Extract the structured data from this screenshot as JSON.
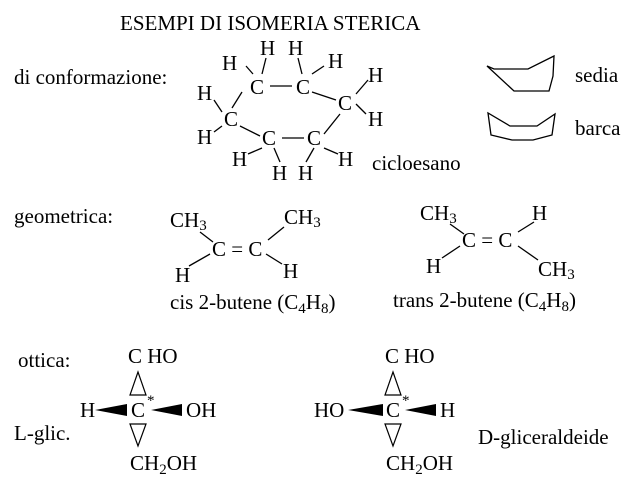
{
  "title": "ESEMPI  DI  ISOMERIA  STERICA",
  "sections": {
    "conformation": {
      "label": "di conformazione:"
    },
    "geometric": {
      "label": "geometrica:"
    },
    "optical": {
      "label": "ottica:"
    }
  },
  "cyclohexane": {
    "atom": "C",
    "hydrogen": "H",
    "name": "cicloesano",
    "chair_label": "sedia",
    "boat_label": "barca"
  },
  "cis_butene": {
    "ch3": "CH",
    "ch3_sub": "3",
    "double_bond": "C = C",
    "hydrogen": "H",
    "caption_prefix": "cis 2-butene (C",
    "caption_sub1": "4",
    "caption_mid": "H",
    "caption_sub2": "8",
    "caption_suffix": ")"
  },
  "trans_butene": {
    "ch3": "CH",
    "ch3_sub": "3",
    "double_bond": "C = C",
    "hydrogen": "H",
    "caption_prefix": "trans 2-butene (C",
    "caption_sub1": "4",
    "caption_mid": "H",
    "caption_sub2": "8",
    "caption_suffix": ")"
  },
  "l_glyceraldehyde": {
    "label": "L-glic.",
    "top": "C HO",
    "center": "C",
    "star": "*",
    "left": "H",
    "right": "OH",
    "bottom_prefix": "CH",
    "bottom_sub": "2",
    "bottom_suffix": "OH"
  },
  "d_glyceraldehyde": {
    "label": "D-gliceraldeide",
    "top": "C HO",
    "center": "C",
    "star": "*",
    "left": "HO",
    "right": "H",
    "bottom_prefix": "CH",
    "bottom_sub": "2",
    "bottom_suffix": "OH"
  }
}
